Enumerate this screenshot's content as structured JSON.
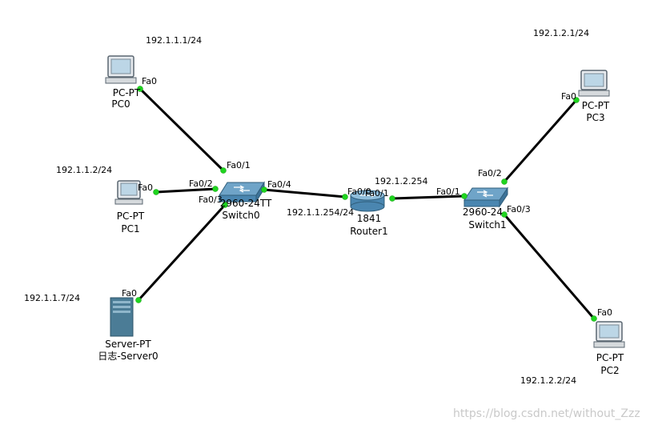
{
  "devices": {
    "pc0": {
      "model": "PC-PT",
      "name": "PC0",
      "ip": "192.1.1.1/24",
      "port": "Fa0"
    },
    "pc1": {
      "model": "PC-PT",
      "name": "PC1",
      "ip": "192.1.1.2/24",
      "port": "Fa0"
    },
    "server0": {
      "model": "Server-PT",
      "name": "日志-Server0",
      "ip": "192.1.1.7/24",
      "port": "Fa0"
    },
    "switch0": {
      "model": "2960-24TT",
      "name": "Switch0",
      "ports": [
        "Fa0/1",
        "Fa0/2",
        "Fa0/3",
        "Fa0/4"
      ]
    },
    "router1": {
      "model": "1841",
      "name": "Router1",
      "ports": [
        "Fa0/0",
        "Fa0/1"
      ],
      "ip_fa00": "192.1.1.254/24",
      "ip_fa01": "192.1.2.254"
    },
    "switch1": {
      "model": "2960-24",
      "name": "Switch1",
      "ports": [
        "Fa0/1",
        "Fa0/2",
        "Fa0/3"
      ]
    },
    "pc3": {
      "model": "PC-PT",
      "name": "PC3",
      "ip": "192.1.2.1/24",
      "port": "Fa0"
    },
    "pc2": {
      "model": "PC-PT",
      "name": "PC2",
      "ip": "192.1.2.2/24",
      "port": "Fa0"
    }
  },
  "watermark": "https://blog.csdn.net/without_Zzz",
  "colors": {
    "link": "#000000",
    "port_up": "#1fd41f",
    "device": "#4a8fb8"
  }
}
